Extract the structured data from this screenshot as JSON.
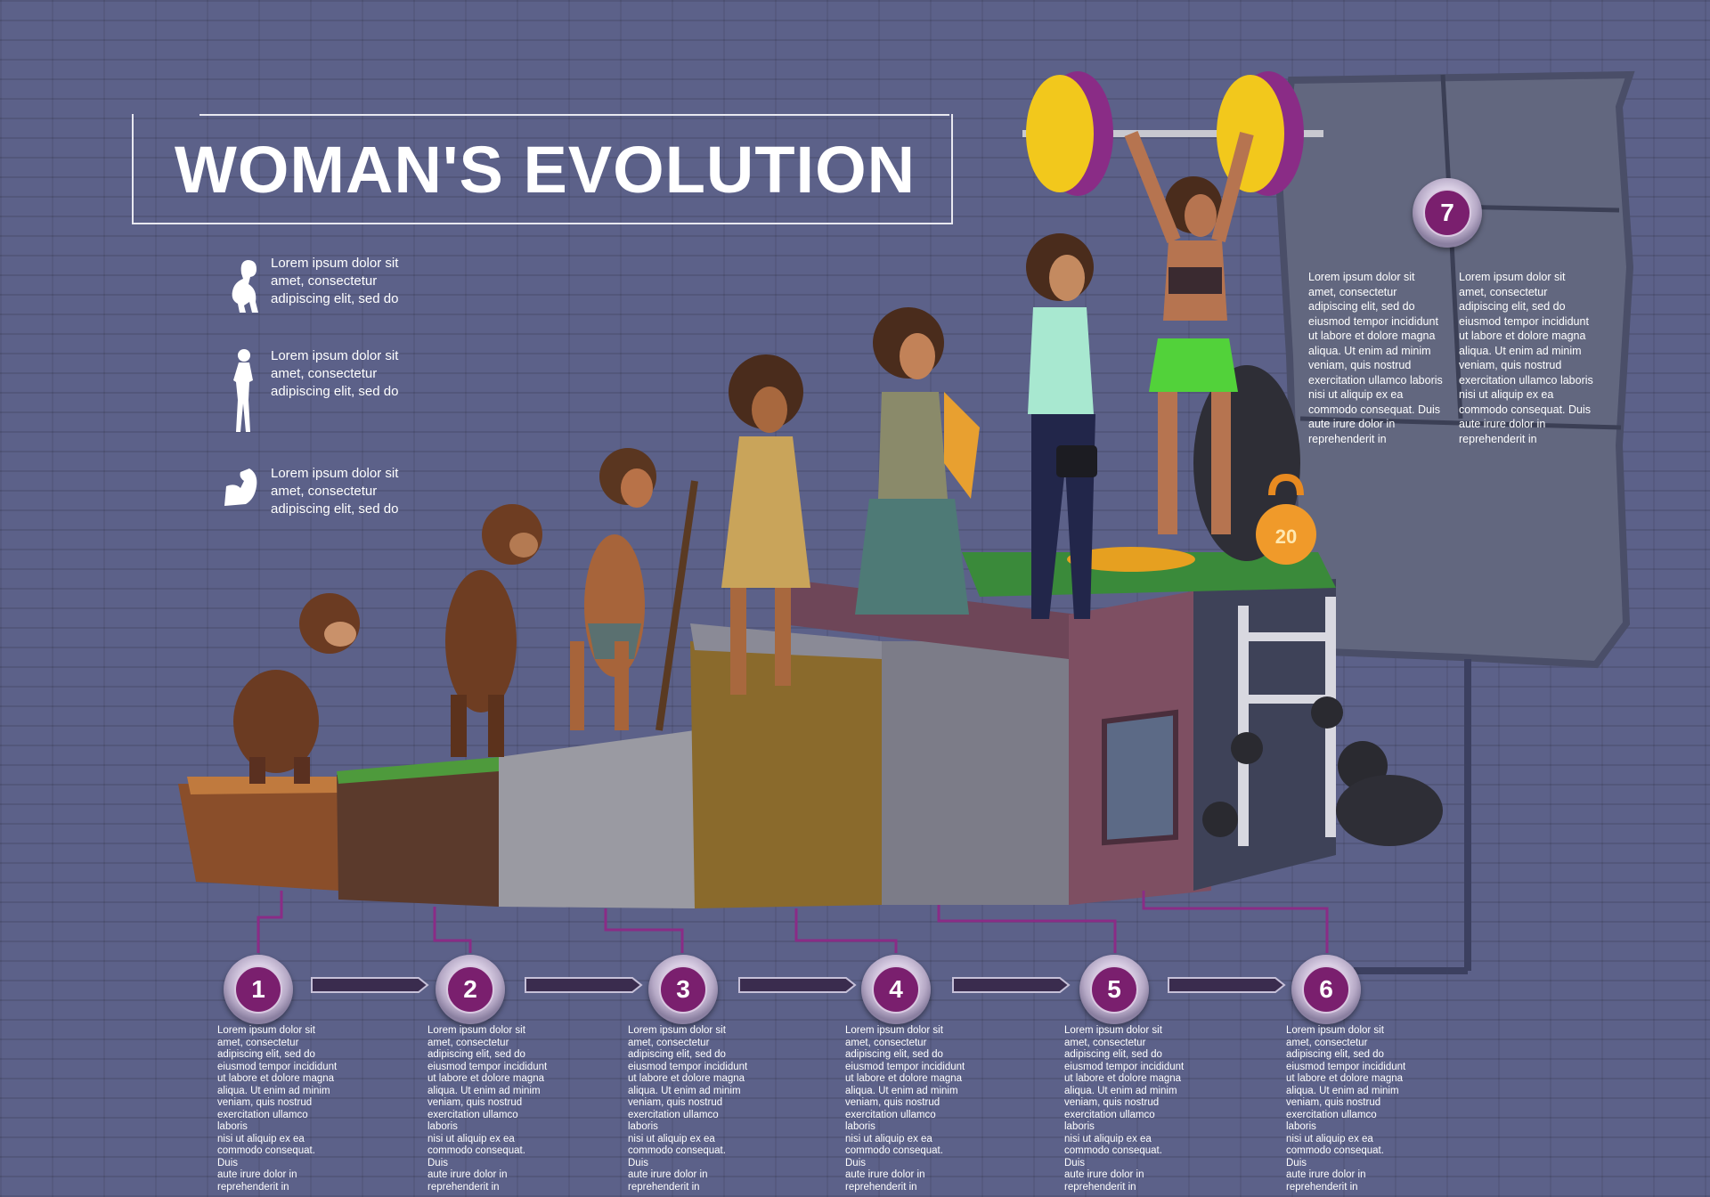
{
  "title": "WOMAN'S EVOLUTION",
  "colors": {
    "background": "#5c6189",
    "accent_purple": "#7a1f6e",
    "connector": "#8a2c86",
    "text": "#ffffff"
  },
  "legend": [
    {
      "icon": "ape-silhouette-icon",
      "text": "Lorem ipsum dolor sit\namet, consectetur\nadipiscing elit, sed do"
    },
    {
      "icon": "woman-silhouette-icon",
      "text": "Lorem ipsum dolor sit\namet, consectetur\nadipiscing elit, sed do"
    },
    {
      "icon": "flexed-arm-icon",
      "text": "Lorem ipsum dolor sit\namet, consectetur\nadipiscing elit, sed do"
    }
  ],
  "steps": [
    {
      "number": "1",
      "text": "     Lorem ipsum dolor sit\namet, consectetur\nadipiscing elit, sed do\neiusmod tempor incididunt\nut labore et dolore magna\naliqua. Ut enim ad minim\nveniam, quis nostrud\nexercitation ullamco laboris\nnisi ut aliquip ex ea\ncommodo consequat. Duis\naute irure dolor in\n     reprehenderit in"
    },
    {
      "number": "2",
      "text": "     Lorem ipsum dolor sit\namet, consectetur\nadipiscing elit, sed do\neiusmod tempor incididunt\nut labore et dolore magna\naliqua. Ut enim ad minim\nveniam, quis nostrud\nexercitation ullamco laboris\nnisi ut aliquip ex ea\ncommodo consequat. Duis\naute irure dolor in\n     reprehenderit in"
    },
    {
      "number": "3",
      "text": "     Lorem ipsum dolor sit\namet, consectetur\nadipiscing elit, sed do\neiusmod tempor incididunt\nut labore et dolore magna\naliqua. Ut enim ad minim\nveniam, quis nostrud\nexercitation ullamco laboris\nnisi ut aliquip ex ea\ncommodo consequat. Duis\naute irure dolor in\n     reprehenderit in"
    },
    {
      "number": "4",
      "text": "     Lorem ipsum dolor sit\namet, consectetur\nadipiscing elit, sed do\neiusmod tempor incididunt\nut labore et dolore magna\naliqua. Ut enim ad minim\nveniam, quis nostrud\nexercitation ullamco laboris\nnisi ut aliquip ex ea\ncommodo consequat. Duis\naute irure dolor in\n     reprehenderit in"
    },
    {
      "number": "5",
      "text": "     Lorem ipsum dolor sit\namet, consectetur\nadipiscing elit, sed do\neiusmod tempor incididunt\nut labore et dolore magna\naliqua. Ut enim ad minim\nveniam, quis nostrud\nexercitation ullamco laboris\nnisi ut aliquip ex ea\ncommodo consequat. Duis\naute irure dolor in\n     reprehenderit in"
    },
    {
      "number": "6",
      "text": "     Lorem ipsum dolor sit\namet, consectetur\nadipiscing elit, sed do\neiusmod tempor incididunt\nut labore et dolore magna\naliqua. Ut enim ad minim\nveniam, quis nostrud\nexercitation ullamco laboris\nnisi ut aliquip ex ea\ncommodo consequat. Duis\naute irure dolor in\n     reprehenderit in"
    }
  ],
  "panel": {
    "number": "7",
    "columns": [
      "     Lorem ipsum dolor sit\namet, consectetur\nadipiscing elit, sed do\neiusmod tempor incididunt\nut labore et dolore magna\naliqua. Ut enim ad minim\nveniam, quis nostrud\nexercitation ullamco laboris\nnisi ut aliquip ex ea\ncommodo consequat. Duis\naute irure dolor in\n     reprehenderit in",
      "     Lorem ipsum dolor sit\namet, consectetur\nadipiscing elit, sed do\neiusmod tempor incididunt\nut labore et dolore magna\naliqua. Ut enim ad minim\nveniam, quis nostrud\nexercitation ullamco laboris\nnisi ut aliquip ex ea\ncommodo consequat. Duis\naute irure dolor in\n     reprehenderit in"
    ]
  },
  "kettlebell_label": "20",
  "figures": [
    "monkey-figure",
    "early-hominid-figure",
    "cavewoman-figure",
    "tribal-woman-figure",
    "farmer-woman-figure",
    "office-woman-figure",
    "athlete-woman-figure"
  ]
}
